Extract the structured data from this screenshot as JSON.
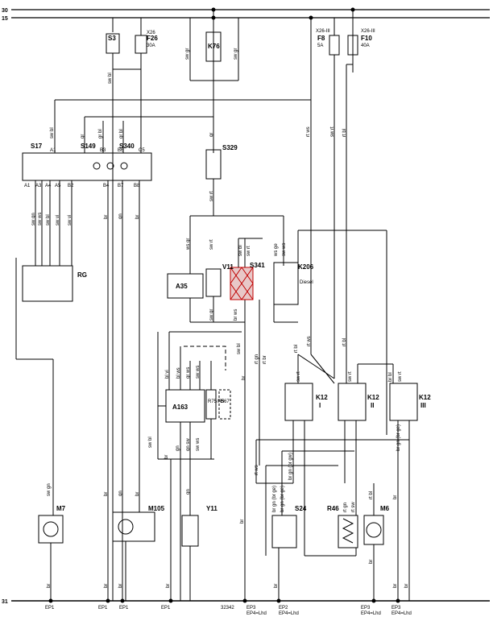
{
  "rails": {
    "top1": "30",
    "top2": "15",
    "bottom": "31"
  },
  "fuses": [
    {
      "name": "F26",
      "rating": "30A",
      "conn": "X26"
    },
    {
      "name": "F8",
      "rating": "5A",
      "conn": "X26-III"
    },
    {
      "name": "F10",
      "rating": "40A",
      "conn": "X26-III"
    }
  ],
  "components": {
    "S3": "S3",
    "K76": "K76",
    "S17": "S17",
    "S149": "S149",
    "S340": "S340",
    "S329": "S329",
    "RG": "RG",
    "A35": "A35",
    "V11": "V11",
    "S341": "S341",
    "K206": "K206",
    "K206_sub": "Diesel",
    "A163": "A163",
    "R75": "R75/R5",
    "B67": "B67",
    "K12I": "K12",
    "K12I_n": "I",
    "K12II": "K12",
    "K12II_n": "II",
    "K12III": "K12",
    "K12III_n": "III",
    "M7": "M7",
    "M105": "M105",
    "Y11": "Y11",
    "S24": "S24",
    "R46": "R46",
    "M6": "M6"
  },
  "wire_colors": {
    "sw_bl": "sw bl",
    "sw_gr": "sw gr",
    "gr": "gr",
    "gr_bl": "gr bl",
    "ge": "ge",
    "rt_ws": "rt ws",
    "sw_rt": "sw rt",
    "rt_bl": "rt bl",
    "sw_ws": "sw ws",
    "sw_vi": "sw vi",
    "sw_gn": "sw gn",
    "br": "br",
    "gn": "gn",
    "bl_vi": "bl vi",
    "ws_gr": "ws gr",
    "br_ws": "br ws",
    "rt_gn": "rt gn",
    "rt_br": "rt br",
    "rt_sw": "rt sw",
    "ws_ge": "ws ge",
    "br_bl": "br bl",
    "sw_gn2": "gn sw",
    "br_gn": "br gn (br ge)",
    "br_gn_gr": "br gn (br ge)",
    "br_gr": "br gr",
    "rt_gr": "rt gr",
    "rt_bl2": "rt bl",
    "sw_bl2": "sw bl",
    "ws_rt": "ws rt",
    "bl_ws": "bl ws",
    "gr_ws": "gr ws",
    "br_gn2": "br gn (br gw)"
  },
  "pins_s17": [
    "A1",
    "A3",
    "A4",
    "A5",
    "B2",
    "B4",
    "B7",
    "B8"
  ],
  "pins_s17_top": [
    "A1",
    "B3",
    "B6",
    "C5"
  ],
  "ground_points": [
    {
      "label": "EP1"
    },
    {
      "label": "EP1"
    },
    {
      "label": "EP1"
    },
    {
      "label": "EP1"
    },
    {
      "label": "32342"
    },
    {
      "label": "EP3",
      "sub": "EP4=Lhd"
    },
    {
      "label": "EP2",
      "sub": "EP4=Lhd"
    },
    {
      "label": "EP3",
      "sub": "EP4=Lhd"
    },
    {
      "label": "EP3",
      "sub": "EP4=Lhd"
    }
  ]
}
